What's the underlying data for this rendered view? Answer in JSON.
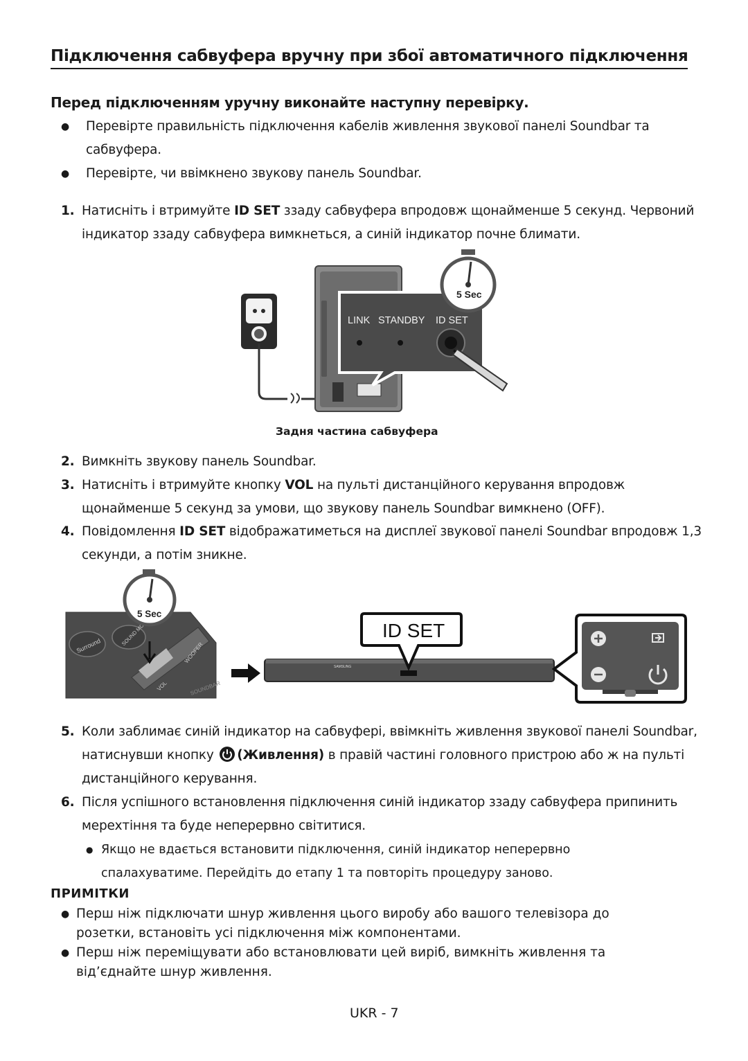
{
  "title": "Підключення сабвуфера вручну при збої автоматичного підключення",
  "subtitle": "Перед підключенням уручну виконайте наступну перевірку.",
  "checks": [
    "Перевірте правильність підключення кабелів живлення звукової панелі Soundbar та сабвуфера.",
    "Перевірте, чи ввімкнено звукову панель Soundbar."
  ],
  "step1": {
    "num": "1.",
    "before": "Натисніть і втримуйте ",
    "key": "ID SET",
    "after": " ззаду сабвуфера впродовж щонайменше 5 секунд. Червоний індикатор ззаду сабвуфера вимкнеться, а синій індикатор почне блимати."
  },
  "figure1": {
    "timer_label": "5 Sec",
    "panel_labels": [
      "LINK",
      "STANDBY",
      "ID SET"
    ],
    "caption": "Задня частина сабвуфера"
  },
  "step2": {
    "num": "2.",
    "text": "Вимкніть звукову панель Soundbar."
  },
  "step3": {
    "num": "3.",
    "before": "Натисніть і втримуйте кнопку ",
    "key": "VOL",
    "after": " на пульті дистанційного керування впродовж щонайменше 5 секунд за умови, що звукову панель Soundbar вимкнено (OFF)."
  },
  "step4": {
    "num": "4.",
    "before": "Повідомлення ",
    "key": "ID SET",
    "after": " відображатиметься на дисплеї звукової панелі Soundbar впродовж 1,3 секунди, а потім зникне."
  },
  "figure2": {
    "timer_label": "5 Sec",
    "remote_labels": [
      "Surround",
      "SOUND MODE",
      "WOOFER",
      "VOL",
      "SOUNDBAR"
    ],
    "display_text": "ID SET",
    "soundbar_brand": "SAMSUNG"
  },
  "step5": {
    "num": "5.",
    "before": "Коли заблимає синій індикатор на сабвуфері, ввімкніть живлення звукової панелі Soundbar, натиснувши кнопку ",
    "key": "(Живлення)",
    "after": " в правій частині головного пристрою або ж на пульті дистанційного керування."
  },
  "step6": {
    "num": "6.",
    "text": "Після успішного встановлення підключення синій індикатор ззаду сабвуфера припинить мерехтіння та буде неперервно світитися.",
    "sub_bullet": "Якщо не вдається встановити підключення, синій індикатор неперервно спалахуватиме. Перейдіть до етапу 1 та повторіть процедуру заново."
  },
  "notes_title": "ПРИМІТКИ",
  "notes": [
    "Перш ніж підключати шнур живлення цього виробу або вашого телевізора до розетки, встановіть усі підключення між компонентами.",
    "Перш ніж переміщувати або встановлювати цей виріб, вимкніть живлення та від’єднайте шнур живлення."
  ],
  "bullet_char": "●",
  "page_number": "UKR - 7"
}
